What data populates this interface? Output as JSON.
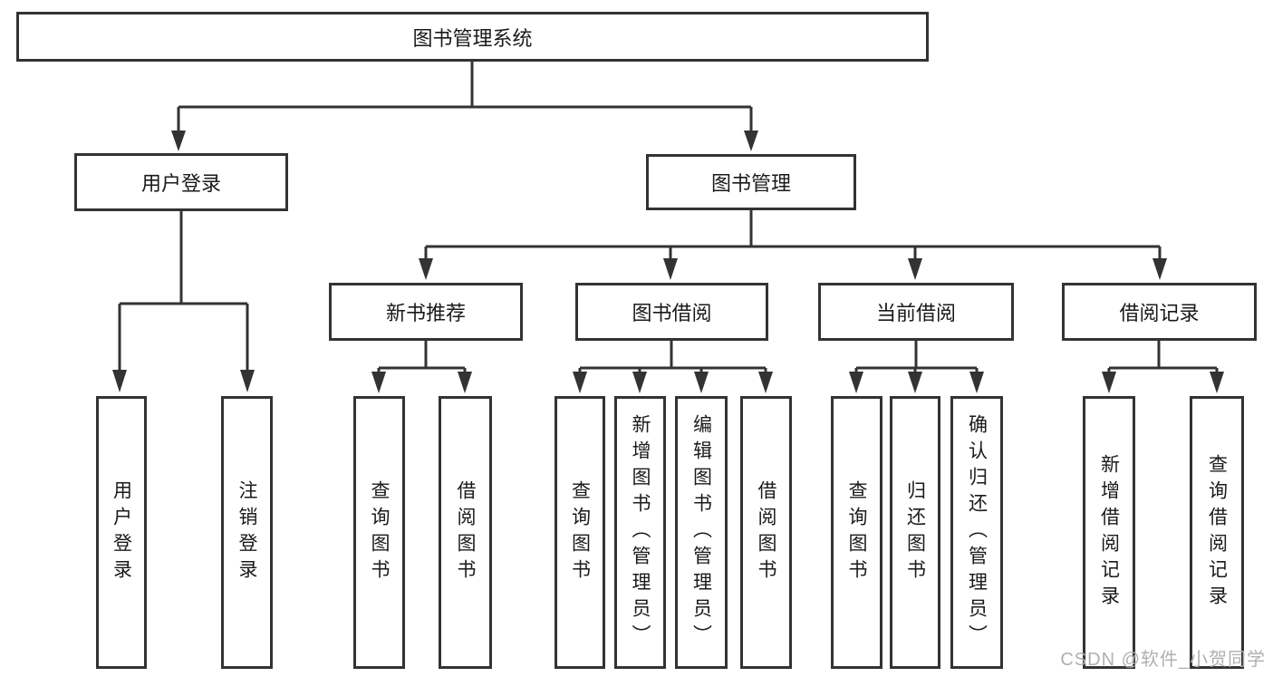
{
  "diagram": {
    "title": "图书管理系统",
    "level2": [
      {
        "label": "用户登录"
      },
      {
        "label": "图书管理"
      }
    ],
    "level3": [
      {
        "label": "新书推荐"
      },
      {
        "label": "图书借阅"
      },
      {
        "label": "当前借阅"
      },
      {
        "label": "借阅记录"
      }
    ],
    "leaves": [
      {
        "label": "用户登录",
        "parent": "用户登录"
      },
      {
        "label": "注销登录",
        "parent": "用户登录"
      },
      {
        "label": "查询图书",
        "parent": "新书推荐"
      },
      {
        "label": "借阅图书",
        "parent": "新书推荐"
      },
      {
        "label": "查询图书",
        "parent": "图书借阅"
      },
      {
        "label": "新增图书（管理员）",
        "parent": "图书借阅"
      },
      {
        "label": "编辑图书（管理员）",
        "parent": "图书借阅"
      },
      {
        "label": "借阅图书",
        "parent": "图书借阅"
      },
      {
        "label": "查询图书",
        "parent": "当前借阅"
      },
      {
        "label": "归还图书",
        "parent": "当前借阅"
      },
      {
        "label": "确认归还（管理员）",
        "parent": "当前借阅"
      },
      {
        "label": "新增借阅记录",
        "parent": "借阅记录"
      },
      {
        "label": "查询借阅记录",
        "parent": "借阅记录"
      }
    ]
  },
  "watermark": "CSDN @软件_小贺同学",
  "colors": {
    "line": "#333333",
    "text": "#1a1a1a",
    "watermark": "#b0b0b0",
    "background": "#ffffff"
  }
}
